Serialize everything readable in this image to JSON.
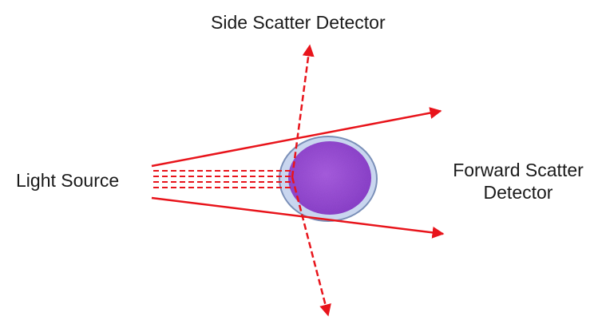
{
  "labels": {
    "side_scatter": "Side Scatter Detector",
    "light_source": "Light Source",
    "forward_scatter_line1": "Forward Scatter",
    "forward_scatter_line2": "Detector"
  },
  "colors": {
    "beam": "#e8141b",
    "cell_fill": "#9b4fd6",
    "cell_membrane": "#c9d6ef",
    "cell_outline": "#7a8fb8",
    "text": "#1a1a1a"
  },
  "icons": {
    "cell": "cell-icon",
    "arrowhead": "arrowhead-icon"
  }
}
